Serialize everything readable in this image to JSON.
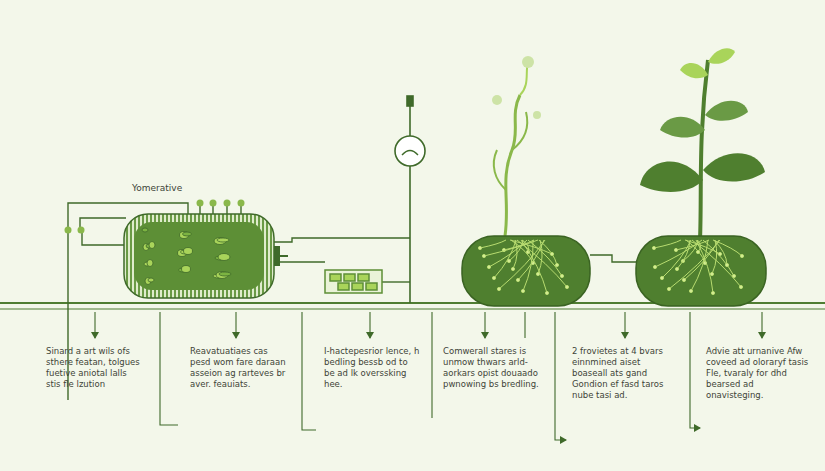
{
  "diagram": {
    "labels": [
      "Yomerative",
      "Sinard a art wils ofs sthere featan, tolgues fuetive aniotal lalls stis fle lzution",
      "Reavatuatiaes cas pesd wom fare daraan asseion ag rarteves br aver. feauiats.",
      "I-hactepesrior lence, h bedling bessb od to be ad lk overssking hee.",
      "Comwerall stares is unmow thwars arld-aorkars opist douaado pwnowing bs bredling.",
      "2 frovietes at 4 bvars einnmined aiset boaseall ats gand Gondion ef fasd taros nube tasi ad.",
      "Advie att urnanive Afw coveed ad oloraryf tasis Fle, tvaraly for dhd bearsed ad onavisteging."
    ]
  }
}
